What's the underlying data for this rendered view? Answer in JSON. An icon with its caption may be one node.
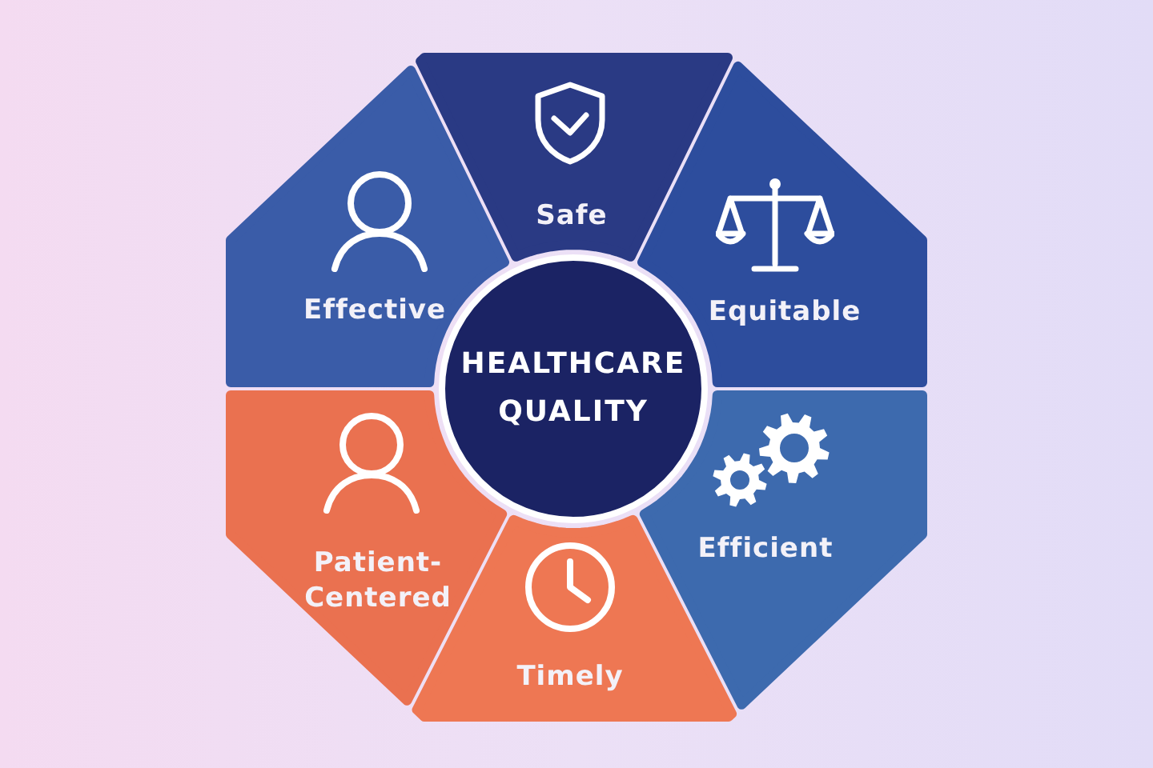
{
  "diagram": {
    "nodes": [
      {
        "text": [
          "HEALTHCARE QUALITY"
        ]
      },
      {
        "text": [
          "Safe"
        ]
      },
      {
        "text": [
          "Equitable"
        ]
      },
      {
        "text": [
          "Efficient"
        ]
      },
      {
        "text": [
          "Timely"
        ]
      },
      {
        "text": [
          "Patient-Centered"
        ]
      },
      {
        "text": [
          "Effective"
        ]
      }
    ]
  }
}
